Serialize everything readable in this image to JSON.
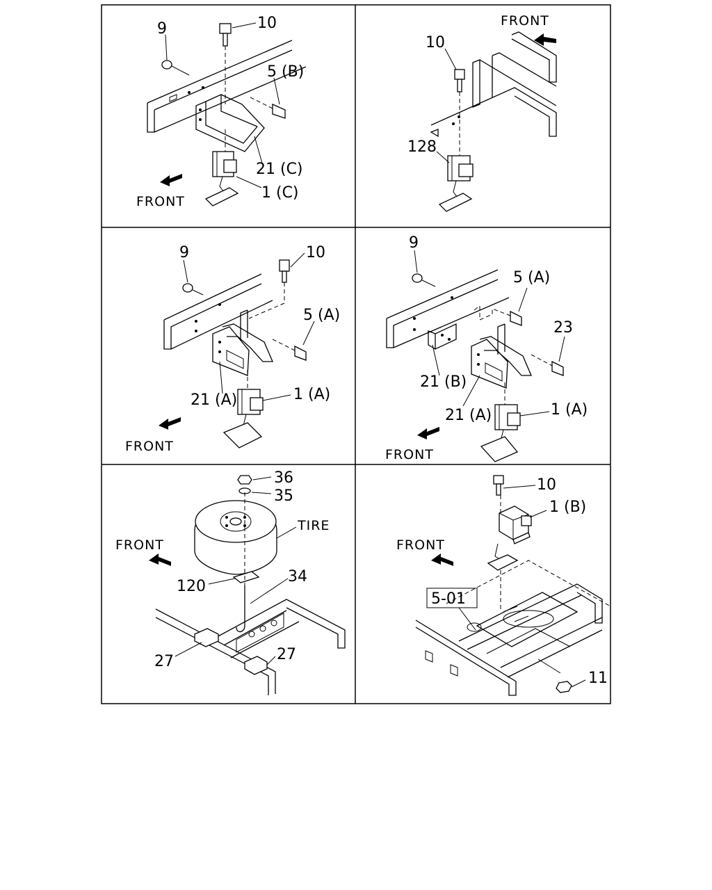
{
  "panels": [
    {
      "id": "p1",
      "callouts": [
        "9",
        "10",
        "5 (B)",
        "21 (C)",
        "1 (C)"
      ],
      "front": "FRONT"
    },
    {
      "id": "p2",
      "callouts": [
        "10",
        "128"
      ],
      "front": "FRONT"
    },
    {
      "id": "p3",
      "callouts": [
        "9",
        "10",
        "5 (A)",
        "21 (A)",
        "1 (A)"
      ],
      "front": "FRONT"
    },
    {
      "id": "p4",
      "callouts": [
        "9",
        "5 (A)",
        "23",
        "21 (B)",
        "21 (A)",
        "1 (A)"
      ],
      "front": "FRONT"
    },
    {
      "id": "p5",
      "callouts": [
        "36",
        "35",
        "TIRE",
        "120",
        "34",
        "27",
        "27"
      ],
      "front": "FRONT"
    },
    {
      "id": "p6",
      "callouts": [
        "10",
        "1 (B)",
        "5-01",
        "11"
      ],
      "front": "FRONT"
    }
  ]
}
